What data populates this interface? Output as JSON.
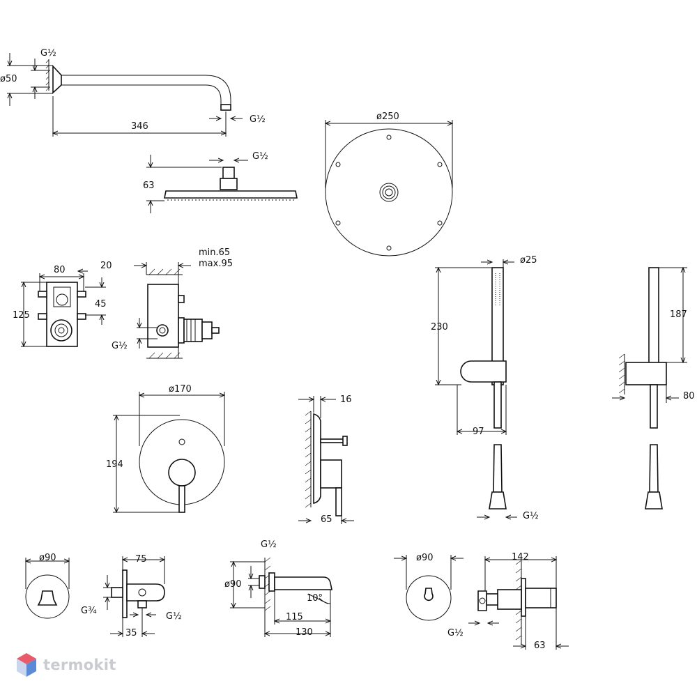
{
  "drawing": {
    "shower_arm": {
      "dia": "ø50",
      "thread_wall": "G½",
      "length": "346",
      "thread_end": "G½"
    },
    "head_side": {
      "thread": "G½",
      "height": "63"
    },
    "head_top": {
      "dia": "ø250"
    },
    "box_front": {
      "w": "80",
      "offset": "20",
      "h": "125",
      "h2": "45"
    },
    "box_side": {
      "min": "min.65",
      "max": "max.95",
      "thread": "G½"
    },
    "hand_shower": {
      "dia": "ø25",
      "length": "230",
      "depth": "97",
      "thread": "G½"
    },
    "holder": {
      "length": "187",
      "depth": "80"
    },
    "plate_front": {
      "dia": "ø170",
      "height": "194"
    },
    "plate_side": {
      "thickness": "16",
      "depth": "65"
    },
    "outlet_front": {
      "dia": "ø90"
    },
    "outlet_side": {
      "length": "75",
      "thread_in": "G¾",
      "offset": "35",
      "thread_out": "G½"
    },
    "spout": {
      "thread": "G½",
      "dia": "ø90",
      "angle": "10°",
      "reach": "115",
      "total": "130"
    },
    "diverter_front": {
      "dia": "ø90"
    },
    "diverter_side": {
      "length": "142",
      "thread": "G½",
      "depth": "63"
    }
  },
  "watermark": {
    "text": "termokit",
    "colors": {
      "top": "#e85b6a",
      "side": "#5b8ad6",
      "base": "#c9d6ee"
    }
  }
}
